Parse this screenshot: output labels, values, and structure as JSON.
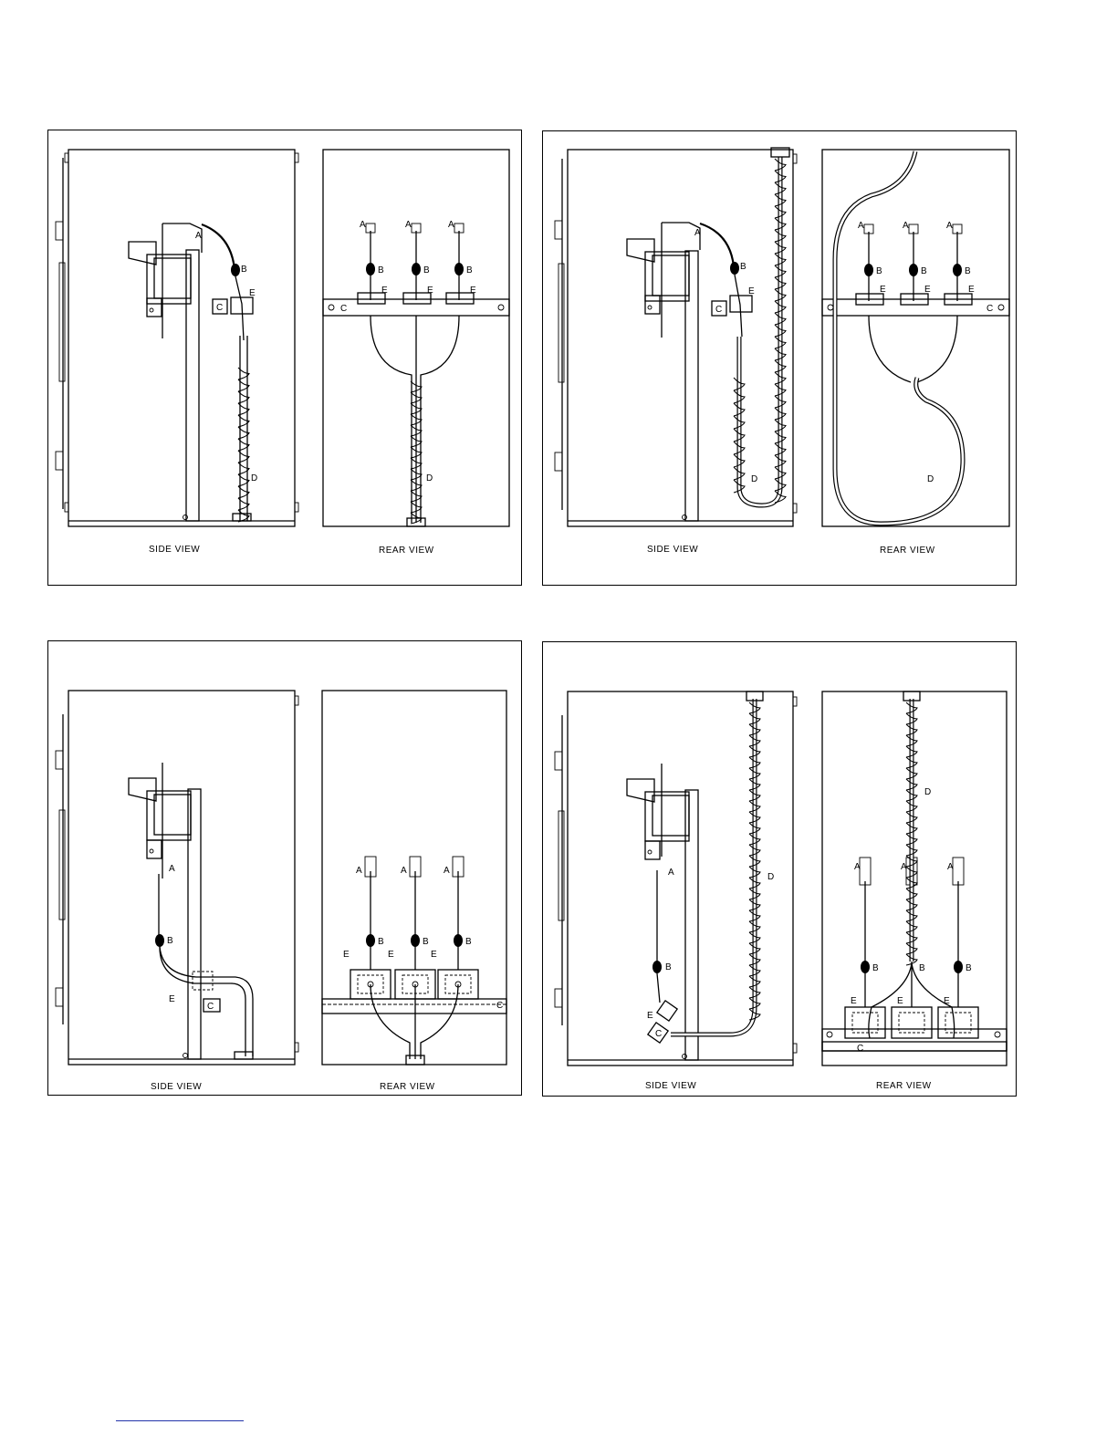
{
  "panels": [
    {
      "id": "p1",
      "side_caption": "SIDE VIEW",
      "rear_caption": "REAR VIEW",
      "side_labels": [
        "A",
        "B",
        "E",
        "C",
        "D"
      ],
      "rear_labels": [
        "A",
        "B",
        "E",
        "C",
        "D"
      ]
    },
    {
      "id": "p2",
      "side_caption": "SIDE VIEW",
      "rear_caption": "REAR VIEW",
      "side_labels": [
        "A",
        "B",
        "E",
        "C",
        "D"
      ],
      "rear_labels": [
        "A",
        "B",
        "E",
        "C",
        "D"
      ]
    },
    {
      "id": "p3",
      "side_caption": "SIDE VIEW",
      "rear_caption": "REAR VIEW",
      "side_labels": [
        "A",
        "B",
        "E",
        "C"
      ],
      "rear_labels": [
        "A",
        "B",
        "E",
        "C"
      ]
    },
    {
      "id": "p4",
      "side_caption": "SIDE VIEW",
      "rear_caption": "REAR VIEW",
      "side_labels": [
        "A",
        "B",
        "E",
        "C",
        "D"
      ],
      "rear_labels": [
        "A",
        "B",
        "E",
        "C",
        "D"
      ]
    }
  ],
  "colors": {
    "line": "#000000",
    "background": "#ffffff",
    "footer_rule": "#2233aa"
  }
}
